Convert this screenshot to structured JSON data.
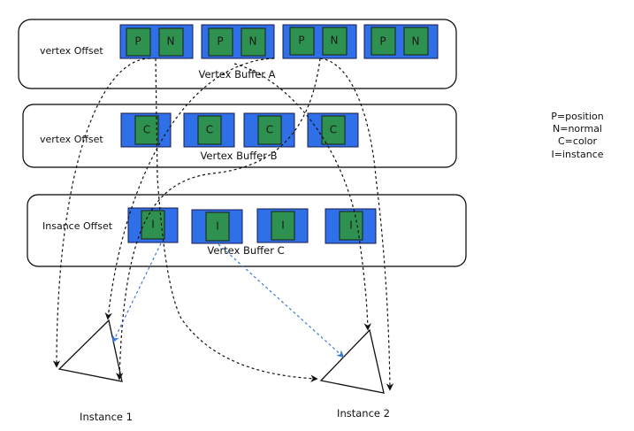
{
  "lanes": [
    {
      "id": "a",
      "offset_label": "vertex Offset",
      "buffer_label": "Vertex Buffer A",
      "slots": [
        [
          "P",
          "N"
        ],
        [
          "P",
          "N"
        ],
        [
          "P",
          "N"
        ],
        [
          "P",
          "N"
        ]
      ]
    },
    {
      "id": "b",
      "offset_label": "vertex Offset",
      "buffer_label": "Vertex Buffer B",
      "slots": [
        [
          "C"
        ],
        [
          "C"
        ],
        [
          "C"
        ],
        [
          "C"
        ]
      ]
    },
    {
      "id": "c",
      "offset_label": "Insance Offset",
      "buffer_label": "Vertex Buffer C",
      "slots": [
        [
          "I"
        ],
        [
          "I"
        ],
        [
          "I"
        ],
        [
          "I"
        ]
      ]
    }
  ],
  "legend": [
    "P=position",
    "N=normal",
    "C=color",
    "I=instance"
  ],
  "instances": [
    {
      "label": "Instance 1"
    },
    {
      "label": "Instance 2"
    }
  ],
  "colors": {
    "slot_fill": "#2f6fe8",
    "cell_fill": "#2e9150",
    "connector": "#111111",
    "instance_connector": "#3a78d8"
  }
}
